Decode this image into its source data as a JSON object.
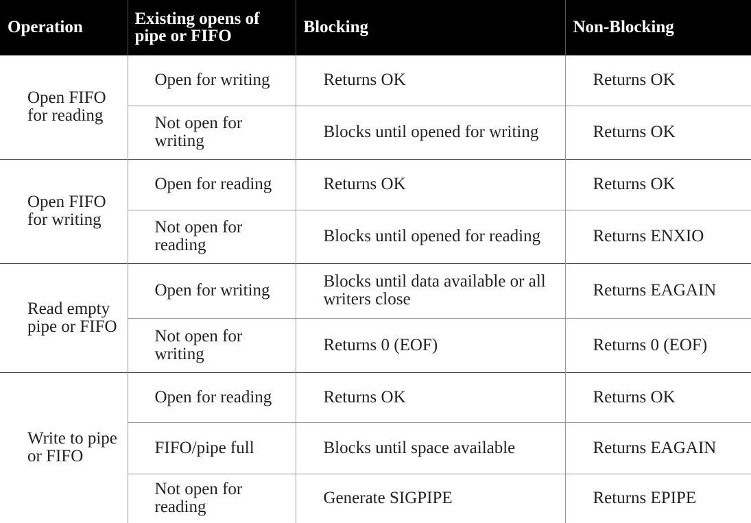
{
  "table": {
    "headers": {
      "operation": "Operation",
      "existing": "Existing opens of pipe or FIFO",
      "blocking": "Blocking",
      "nonblocking": "Non-Blocking"
    },
    "groups": [
      {
        "operation": "Open FIFO for reading",
        "rows": [
          {
            "existing": "Open for writing",
            "blocking": "Returns OK",
            "nonblocking": "Returns OK"
          },
          {
            "existing": "Not open for writing",
            "blocking": "Blocks until opened for writing",
            "nonblocking": "Returns OK"
          }
        ]
      },
      {
        "operation": "Open FIFO for writing",
        "rows": [
          {
            "existing": "Open for reading",
            "blocking": "Returns OK",
            "nonblocking": "Returns OK"
          },
          {
            "existing": "Not open for reading",
            "blocking": "Blocks until opened for reading",
            "nonblocking": "Returns ENXIO"
          }
        ]
      },
      {
        "operation": "Read empty pipe or FIFO",
        "rows": [
          {
            "existing": "Open for writing",
            "blocking": "Blocks until data available or all writers close",
            "nonblocking": "Returns EAGAIN"
          },
          {
            "existing": "Not open for writing",
            "blocking": "Returns 0 (EOF)",
            "nonblocking": "Returns 0 (EOF)"
          }
        ]
      },
      {
        "operation": "Write to pipe or FIFO",
        "rows": [
          {
            "existing": "Open for reading",
            "blocking": "Returns OK",
            "nonblocking": "Returns OK"
          },
          {
            "existing": "FIFO/pipe full",
            "blocking": "Blocks until space available",
            "nonblocking": "Returns EAGAIN"
          },
          {
            "existing": "Not open for reading",
            "blocking": "Generate SIGPIPE",
            "nonblocking": "Returns EPIPE"
          }
        ]
      }
    ]
  }
}
